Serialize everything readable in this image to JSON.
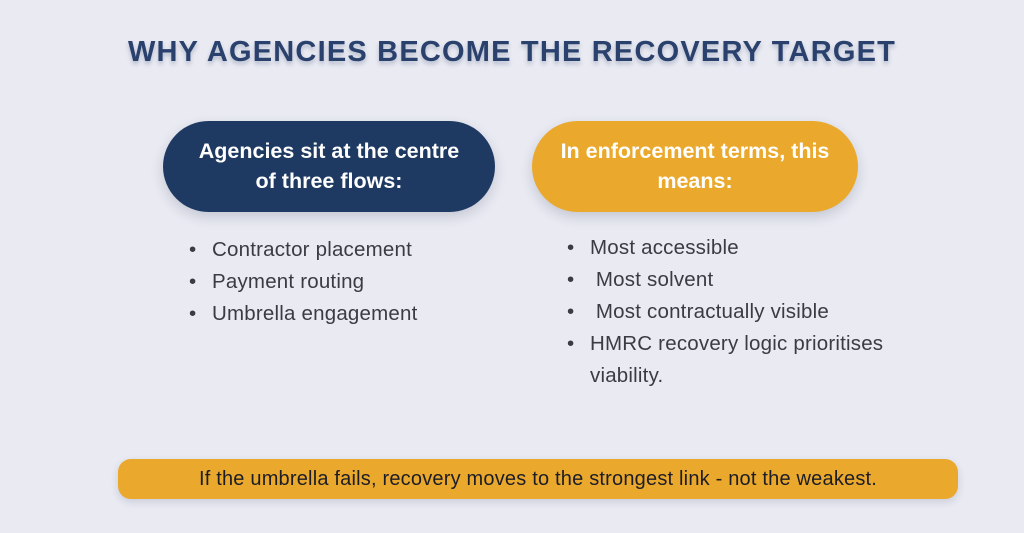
{
  "page": {
    "title": "WHY AGENCIES BECOME THE RECOVERY TARGET"
  },
  "colors": {
    "background": "#e9eaf2",
    "navy": "#1e3a62",
    "title_navy": "#2a416d",
    "gold": "#eaa92c",
    "body_text": "#3b3b42",
    "banner_text": "#1d1d27",
    "white": "#ffffff"
  },
  "left_column": {
    "header": "Agencies sit at the centre of three flows:",
    "items": [
      "Contractor placement",
      "Payment routing",
      "Umbrella engagement"
    ]
  },
  "right_column": {
    "header": "In enforcement terms, this means:",
    "items": [
      "Most accessible",
      " Most solvent",
      " Most contractually visible",
      "HMRC recovery logic prioritises viability."
    ]
  },
  "banner": {
    "text": "If the umbrella fails, recovery moves to the strongest link - not the weakest."
  }
}
